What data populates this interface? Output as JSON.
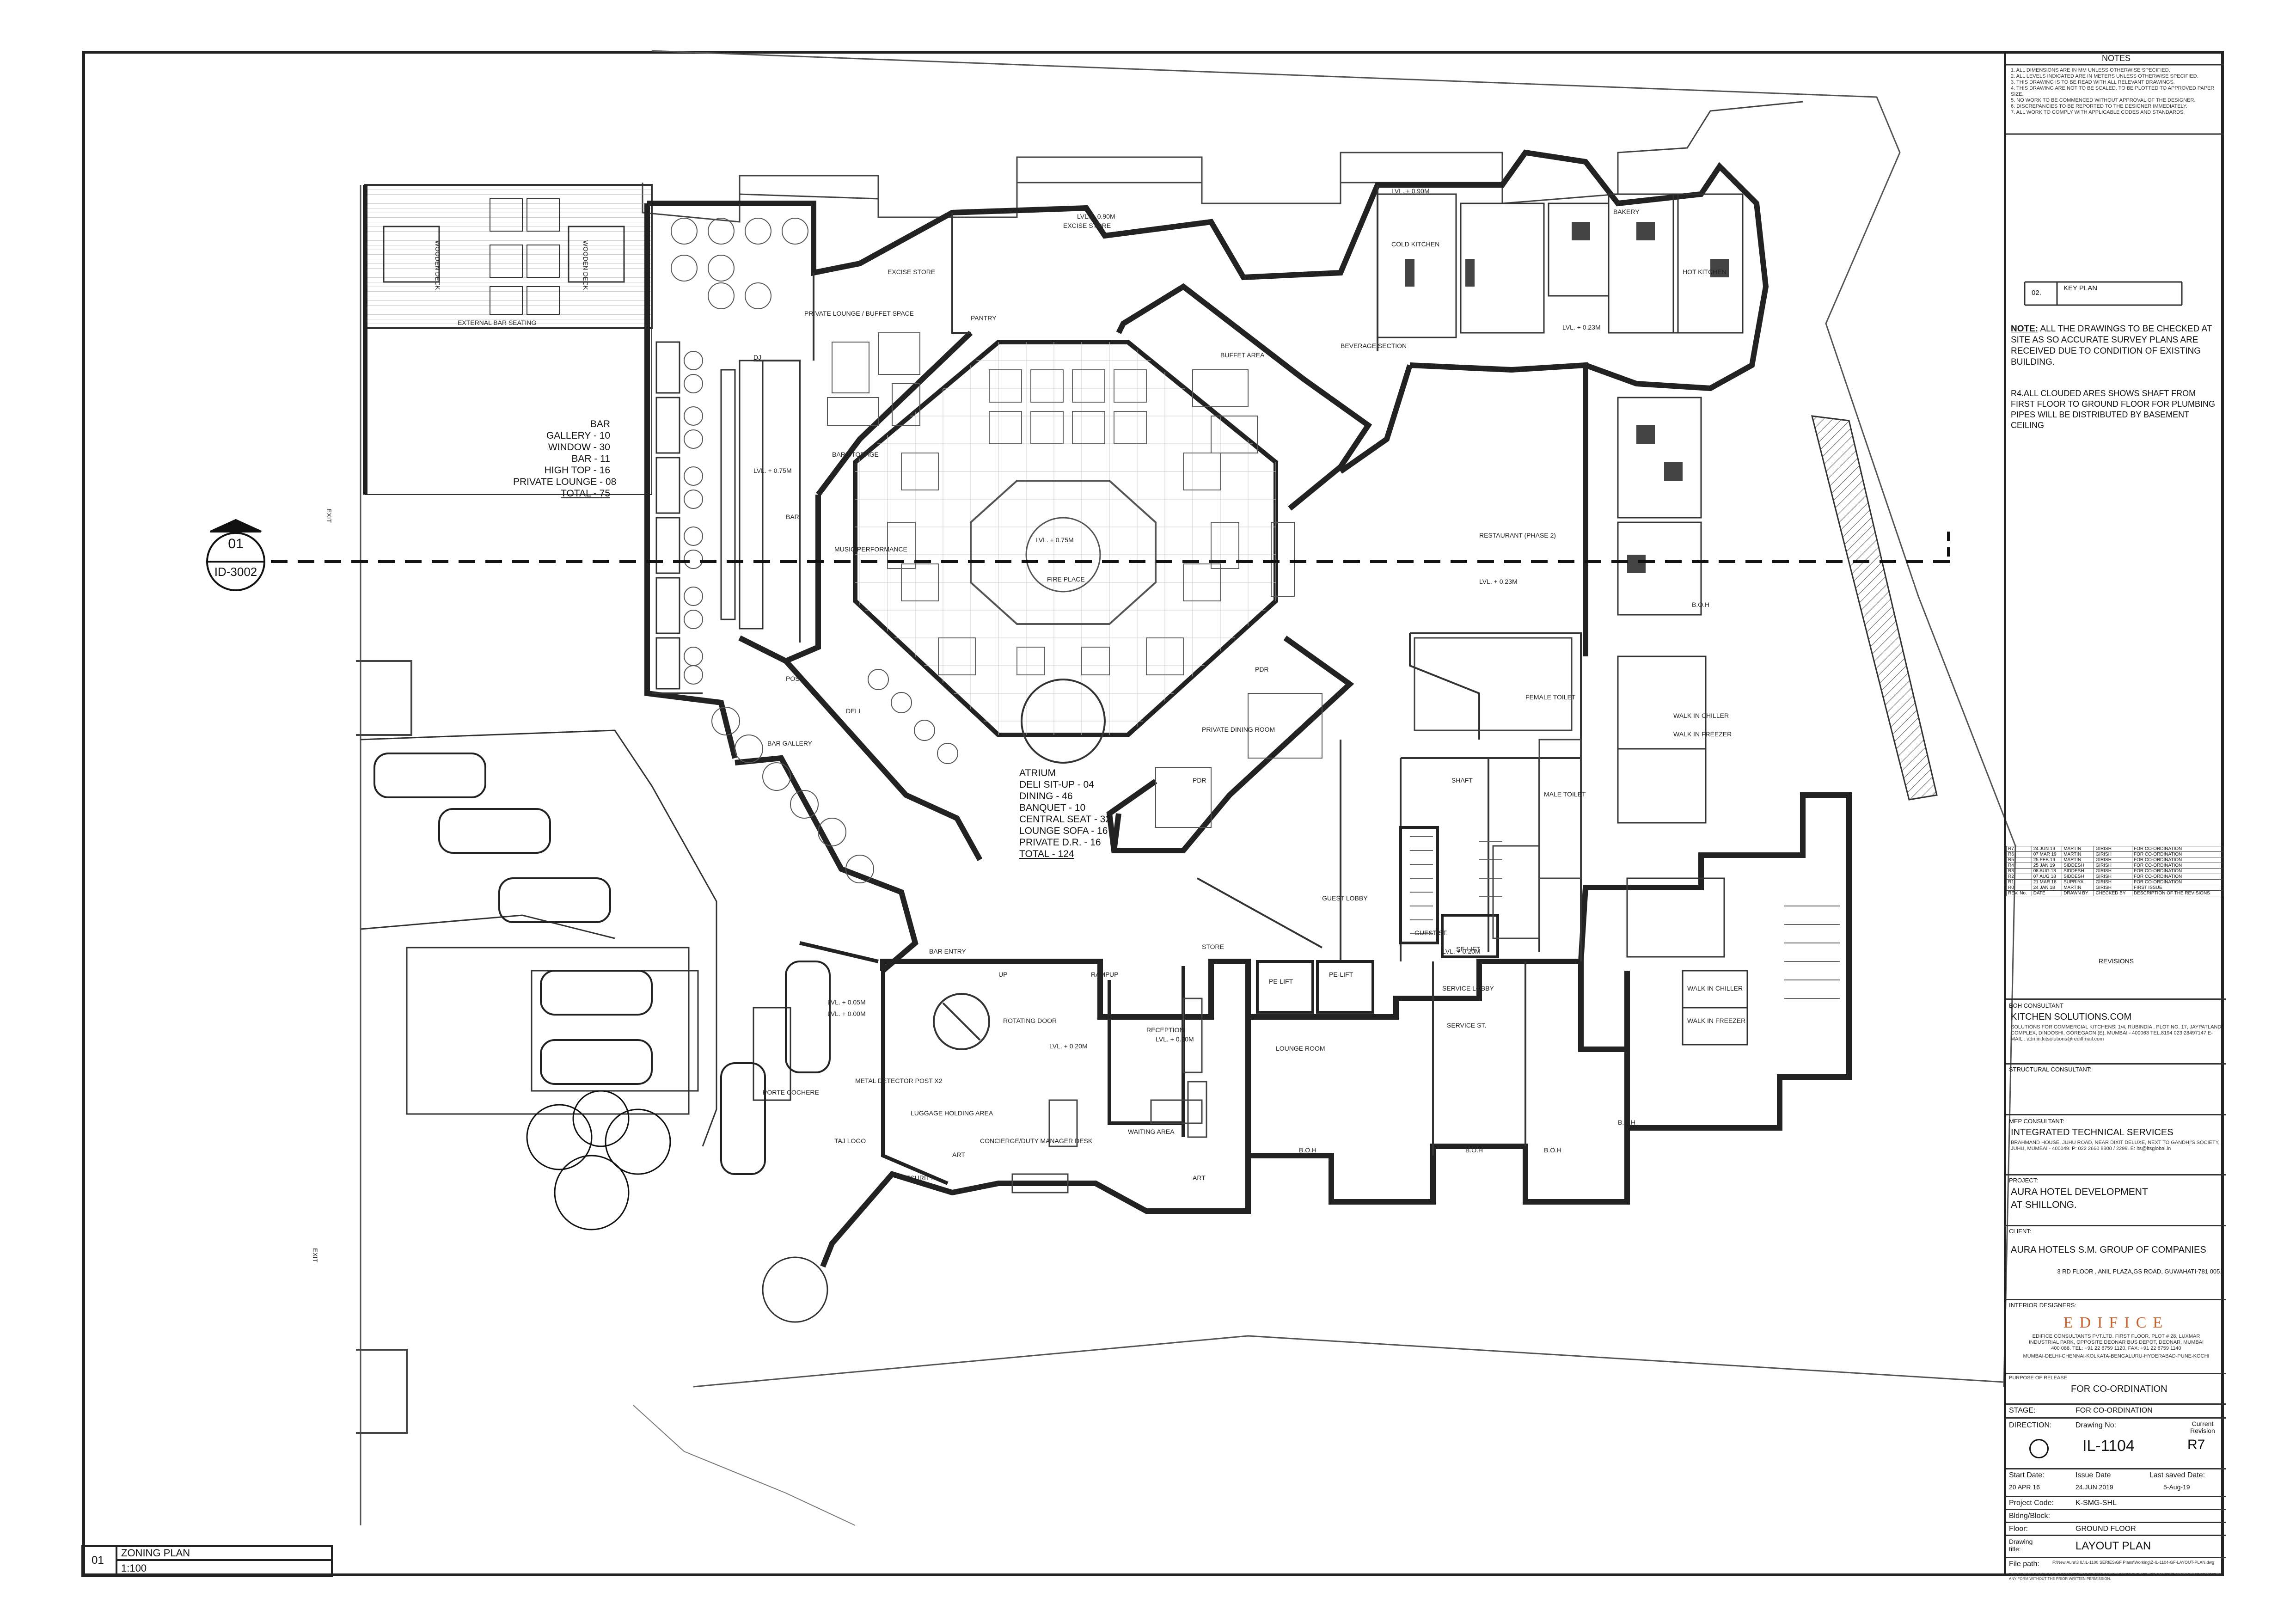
{
  "title_block": {
    "notes_heading": "NOTES",
    "notes_lines": [
      "1. ALL DIMENSIONS ARE IN MM UNLESS OTHERWISE SPECIFIED.",
      "2. ALL LEVELS INDICATED ARE IN METERS UNLESS OTHERWISE SPECIFIED.",
      "3. THIS DRAWING IS TO BE READ WITH ALL RELEVANT DRAWINGS.",
      "4. THIS DRAWING ARE NOT TO BE SCALED. TO BE PLOTTED TO APPROVED PAPER SIZE.",
      "5. NO WORK TO BE COMMENCED WITHOUT APPROVAL OF THE DESIGNER.",
      "6. DISCREPANCIES TO BE REPORTED TO THE DESIGNER IMMEDIATELY.",
      "7. ALL WORK TO COMPLY WITH APPLICABLE CODES AND STANDARDS."
    ],
    "key_plan_no": "02.",
    "key_plan_label": "KEY PLAN",
    "note_bold": "NOTE:",
    "note_text": "ALL THE DRAWINGS TO BE CHECKED AT SITE AS SO ACCURATE SURVEY PLANS ARE RECEIVED DUE TO CONDITION OF EXISTING BUILDING.",
    "note2": "R4.ALL CLOUDED ARES SHOWS SHAFT FROM FIRST FLOOR TO GROUND FLOOR FOR PLUMBING PIPES WILL BE DISTRIBUTED BY BASEMENT CEILING",
    "revisions": [
      {
        "rev": "R7",
        "date": "24 JUN 19",
        "drawn": "MARTIN",
        "checked": "GIRISH",
        "desc": "FOR CO-ORDINATION"
      },
      {
        "rev": "R6",
        "date": "07 MAR 19",
        "drawn": "MARTIN",
        "checked": "GIRISH",
        "desc": "FOR CO-ORDINATION"
      },
      {
        "rev": "R5",
        "date": "25 FEB 19",
        "drawn": "MARTIN",
        "checked": "GIRISH",
        "desc": "FOR CO-ORDINATION"
      },
      {
        "rev": "R4",
        "date": "25 JAN 19",
        "drawn": "SIDDESH",
        "checked": "GIRISH",
        "desc": "FOR CO-ORDINATION"
      },
      {
        "rev": "R3",
        "date": "08 AUG 18",
        "drawn": "SIDDESH",
        "checked": "GIRISH",
        "desc": "FOR CO-ORDINATION"
      },
      {
        "rev": "R2",
        "date": "07 AUG 18",
        "drawn": "SIDDESH",
        "checked": "GIRISH",
        "desc": "FOR CO-ORDINATION"
      },
      {
        "rev": "R1",
        "date": "21 MAR 18",
        "drawn": "SUPRIYA",
        "checked": "GIRISH",
        "desc": "FOR CO-ORDINATION"
      },
      {
        "rev": "R0",
        "date": "24 JAN 18",
        "drawn": "MARTIN",
        "checked": "GIRISH",
        "desc": "FIRST ISSUE"
      }
    ],
    "rev_headers": {
      "rev": "REV. No.",
      "date": "DATE",
      "drawn": "DRAWN BY",
      "checked": "CHECKED BY",
      "desc": "DESCRIPTION OF THE REVISIONS"
    },
    "revisions_label": "REVISIONS",
    "boh_consultant_label": "BOH CONSULTANT",
    "boh_consultant_name": "KITCHEN SOLUTIONS.COM",
    "boh_consultant_addr": "SOLUTIONS FOR COMMERCIAL KITCHENS! 1/4, RUBINDIA , PLOT NO. 17, JAYPATLAND COMPLEX, DINDOSHI, GOREGAON (E), MUMBAI - 400063 TEL.8194 023 28497147 E-MAIL : admin.kitsolutions@rediffmail.com",
    "structural_label": "STRUCTURAL CONSULTANT:",
    "mep_label": "MEP CONSULTANT:",
    "mep_name": "INTEGRATED TECHNICAL SERVICES",
    "mep_addr": "BRAHMAND HOUSE, JUHU ROAD, NEAR DIXIT DELUXE, NEXT TO GANDHI'S SOCIETY, JUHU, MUMBAI - 400049. P: 022 2660 8800 / 2299. E: its@itsglobal.in",
    "project_label": "PROJECT:",
    "project_name": "AURA HOTEL DEVELOPMENT",
    "project_place": "AT SHILLONG.",
    "client_label": "CLIENT:",
    "client_name": "AURA HOTELS S.M. GROUP OF COMPANIES",
    "client_addr": "3 RD FLOOR , ANIL PLAZA,GS ROAD, GUWAHATI-781 005.",
    "interior_label": "INTERIOR DESIGNERS:",
    "interior_logo": "EDIFICE",
    "interior_addr": "EDIFICE CONSULTANTS PVT.LTD. FIRST FLOOR, PLOT # 28, LUXMAR INDUSTRIAL PARK, OPPOSITE DEONAR BUS DEPOT, DEONAR, MUMBAI 400 088. TEL: +91 22 6759 1120, FAX: +91 22 6759 1140",
    "interior_cities": "MUMBAI-DELHI-CHENNAI-KOLKATA-BENGALURU-HYDERABAD-PUNE-KOCHI",
    "purpose_label": "PURPOSE OF RELEASE",
    "purpose": "FOR CO-ORDINATION",
    "stage_label": "STAGE:",
    "stage": "FOR CO-ORDINATION",
    "direction_label": "DIRECTION:",
    "drawing_no_label": "Drawing No:",
    "drawing_no": "IL-1104",
    "current_rev_label": "Current Revision",
    "current_rev": "R7",
    "start_date_label": "Start Date:",
    "start_date": "20 APR 16",
    "issue_date_label": "Issue Date",
    "issue_date": "24.JUN.2019",
    "last_saved_label": "Last saved Date:",
    "last_saved": "5-Aug-19",
    "project_code_label": "Project Code:",
    "project_code": "K-SMG-SHL",
    "bldg_label": "Bldng/Block:",
    "bldg": "",
    "floor_label": "Floor:",
    "floor": "GROUND FLOOR",
    "drawing_title_label": "Drawing title:",
    "drawing_title": "LAYOUT PLAN",
    "file_path_label": "File path:",
    "file_path": "F:\\New Aura\\3 IL\\IL-1100 SERIES\\GF Plans\\Working\\Z-IL-1104-GF-LAYOUT-PLAN.dwg",
    "footer_note": "THIS DRAWING IS THE SOLE PROPERTY OF EDIFICE CONSULTANTS PVT. LTD. ITS CONTENT SHOULD NOT BE USED IN ANY FORM WITHOUT THE PRIOR WRITTEN PERMISSION."
  },
  "drawing": {
    "section_marker_no": "01",
    "section_marker_ref": "ID-3002",
    "zoning_no": "01",
    "zoning_title": "ZONING PLAN",
    "zoning_scale": "1:100",
    "bar_zone": [
      "BAR",
      "GALLERY - 10",
      "WINDOW - 30",
      "BAR - 11",
      "HIGH TOP - 16",
      "PRIVATE LOUNGE - 08"
    ],
    "bar_total": "TOTAL - 75",
    "atrium_zone": [
      "ATRIUM",
      "DELI SIT-UP - 04",
      "DINING - 46",
      "BANQUET - 10",
      "CENTRAL SEAT - 32",
      "LOUNGE SOFA - 16",
      "PRIVATE D.R. - 16"
    ],
    "atrium_total": "TOTAL - 124",
    "rooms": [
      "EXCISE STORE",
      "EXCISE STORE",
      "PRIVATE LOUNGE / BUFFET SPACE",
      "PANTRY",
      "BUFFET AREA",
      "DJ",
      "BAR STORAGE",
      "MUSIC PERFORMANCE",
      "FIRE PLACE",
      "BAR",
      "POS",
      "DELI",
      "BAR GALLERY",
      "PDR",
      "PDR",
      "PRIVATE DINING ROOM",
      "BAR ENTRY",
      "STORE",
      "RESTAURANT (PHASE 2)",
      "FEMALE TOILET",
      "MALE TOILET",
      "SHAFT",
      "GUEST LOBBY",
      "GUEST ST.",
      "SE-LIFT",
      "PE-LIFT",
      "PE-LIFT",
      "SERVICE LOBBY",
      "SERVICE ST.",
      "B.O.H",
      "B.O.H",
      "B.O.H",
      "B.O.H",
      "B.O.H",
      "RECEPTION",
      "ROTATING DOOR",
      "LUGGAGE HOLDING AREA",
      "METAL DETECTOR POST X2",
      "CONCIERGE/DUTY MANAGER DESK",
      "WAITING AREA",
      "TAJ LOGO",
      "ART",
      "ART",
      "SECURITY",
      "PORTE COCHERE",
      "EXTERNAL BAR SEATING",
      "WOODEN DECK",
      "WOODEN DECK",
      "WALK IN CHILLER",
      "WALK IN FREEZER",
      "WALK IN CHILLER",
      "WALK IN FREEZER",
      "BEVERAGE SECTION",
      "BAKERY",
      "COLD KITCHEN",
      "HOT KITCHEN",
      "RAMP",
      "UP",
      "UP",
      "LOUNGE ROOM"
    ],
    "levels": [
      "LVL. + 0.90M",
      "LVL. + 0.75M",
      "LVL. + 0.90M",
      "LVL. + 0.75M",
      "LVL. + 0.23M",
      "LVL. + 0.23M",
      "LVL. + 0.20M",
      "LVL. + 0.05M",
      "LVL. + 0.00M",
      "LVL. + 0.20M",
      "LVL. + 0.20M"
    ],
    "exit_labels": [
      "EXIT",
      "EXIT"
    ]
  }
}
